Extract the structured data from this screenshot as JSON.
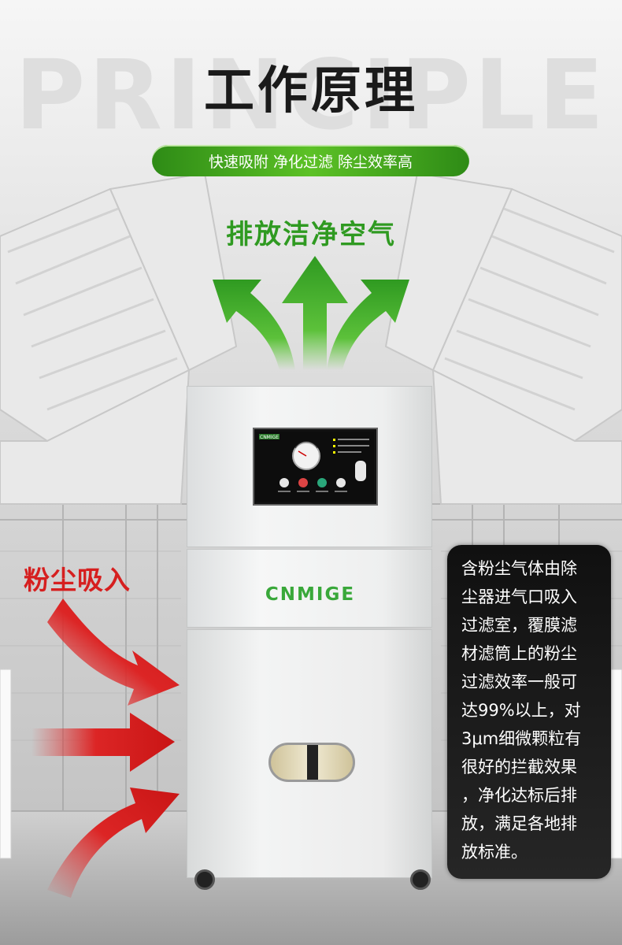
{
  "background_word": "PRINCIPLE",
  "title": "工作原理",
  "subtitle": "快速吸附 净化过滤 除尘效率高",
  "labels": {
    "clean_air_out": "排放洁净空气",
    "dust_in": "粉尘吸入"
  },
  "machine": {
    "brand": "CNMIGE",
    "panel_brand": "CNMIGE"
  },
  "description_lines": [
    "含粉尘气体由除",
    "尘器进气口吸入",
    "过滤室，覆膜滤",
    "材滤筒上的粉尘",
    "过滤效率一般可",
    "达99%以上，对",
    "3μm细微颗粒有",
    "很好的拦截效果",
    "，净化达标后排",
    "放，满足各地排",
    "放标准。"
  ],
  "colors": {
    "green_accent": "#3aa82a",
    "red_accent": "#d61f1f",
    "pill_green": "#4fb523",
    "info_box_bg": "#1a1a1a"
  },
  "icons": {
    "exhaust_arrows": "green-up-arrows",
    "intake_arrows": "red-curved-arrows"
  }
}
